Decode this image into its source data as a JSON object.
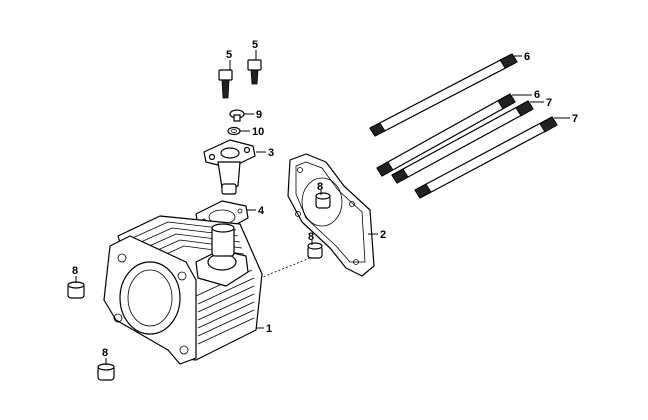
{
  "diagram": {
    "callouts": [
      {
        "id": "c1",
        "text": "1"
      },
      {
        "id": "c2",
        "text": "2"
      },
      {
        "id": "c3",
        "text": "3"
      },
      {
        "id": "c4",
        "text": "4"
      },
      {
        "id": "c5a",
        "text": "5"
      },
      {
        "id": "c5b",
        "text": "5"
      },
      {
        "id": "c6a",
        "text": "6"
      },
      {
        "id": "c6b",
        "text": "6"
      },
      {
        "id": "c7a",
        "text": "7"
      },
      {
        "id": "c7b",
        "text": "7"
      },
      {
        "id": "c8a",
        "text": "8"
      },
      {
        "id": "c8b",
        "text": "8"
      },
      {
        "id": "c8c",
        "text": "8"
      },
      {
        "id": "c8d",
        "text": "8"
      },
      {
        "id": "c9",
        "text": "9"
      },
      {
        "id": "c10",
        "text": "10"
      }
    ]
  }
}
